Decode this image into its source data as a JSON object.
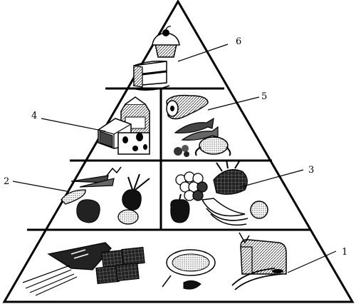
{
  "callouts": [
    {
      "label": "1"
    },
    {
      "label": "2"
    },
    {
      "label": "3"
    },
    {
      "label": "4"
    },
    {
      "label": "5"
    },
    {
      "label": "6"
    }
  ],
  "tiers": [
    {
      "id": "grains",
      "callout": "1",
      "items": [
        "pasta-icon",
        "crackers-icon",
        "pizza-icon",
        "bread-icon",
        "wheat-icon"
      ]
    },
    {
      "id": "vegetables",
      "callout": "2",
      "items": [
        "carrots-icon",
        "beet-icon",
        "onion-icon",
        "corn-icon"
      ]
    },
    {
      "id": "fruits",
      "callout": "3",
      "items": [
        "grapes-icon",
        "bananas-icon",
        "apple-icon",
        "orange-icon",
        "pineapple-icon"
      ]
    },
    {
      "id": "dairy",
      "callout": "4",
      "items": [
        "milk-carton-icon",
        "cheese-icon"
      ]
    },
    {
      "id": "meat-fish",
      "callout": "5",
      "items": [
        "ham-icon",
        "fish-icon",
        "chicken-icon",
        "nuts-icon"
      ]
    },
    {
      "id": "sweets",
      "callout": "6",
      "items": [
        "cupcake-icon",
        "cake-icon"
      ]
    }
  ]
}
